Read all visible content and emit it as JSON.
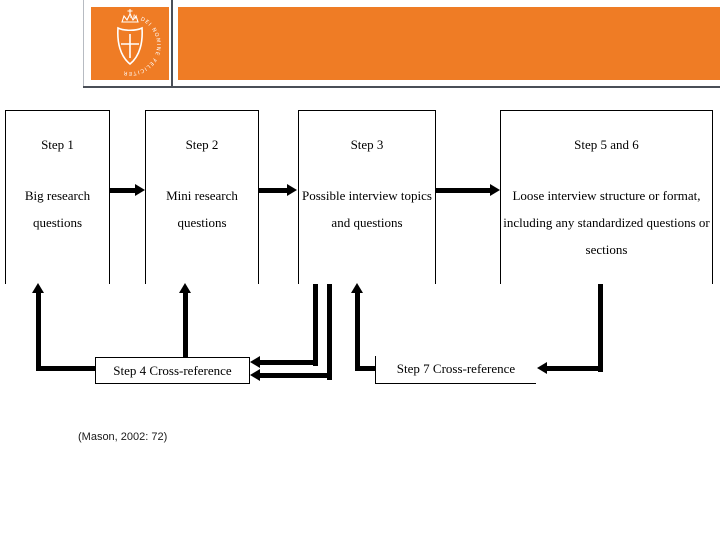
{
  "header": {
    "logo": {
      "emblem_text": "IN DEI NOMINE FELICITER"
    },
    "banner_color": "#EF7C25",
    "rule_color": "#4a4f57"
  },
  "flow": {
    "boxes": [
      {
        "title": "Step 1",
        "body": "Big research questions"
      },
      {
        "title": "Step 2",
        "body": "Mini research questions"
      },
      {
        "title": "Step 3",
        "body": "Possible interview topics and questions"
      },
      {
        "title": "Step 5 and 6",
        "body": "Loose interview structure or format, including any standardized questions or sections"
      }
    ],
    "cross_refs": [
      {
        "label": "Step 4 Cross-reference"
      },
      {
        "label": "Step 7 Cross-reference"
      }
    ]
  },
  "citation": "(Mason, 2002: 72)"
}
